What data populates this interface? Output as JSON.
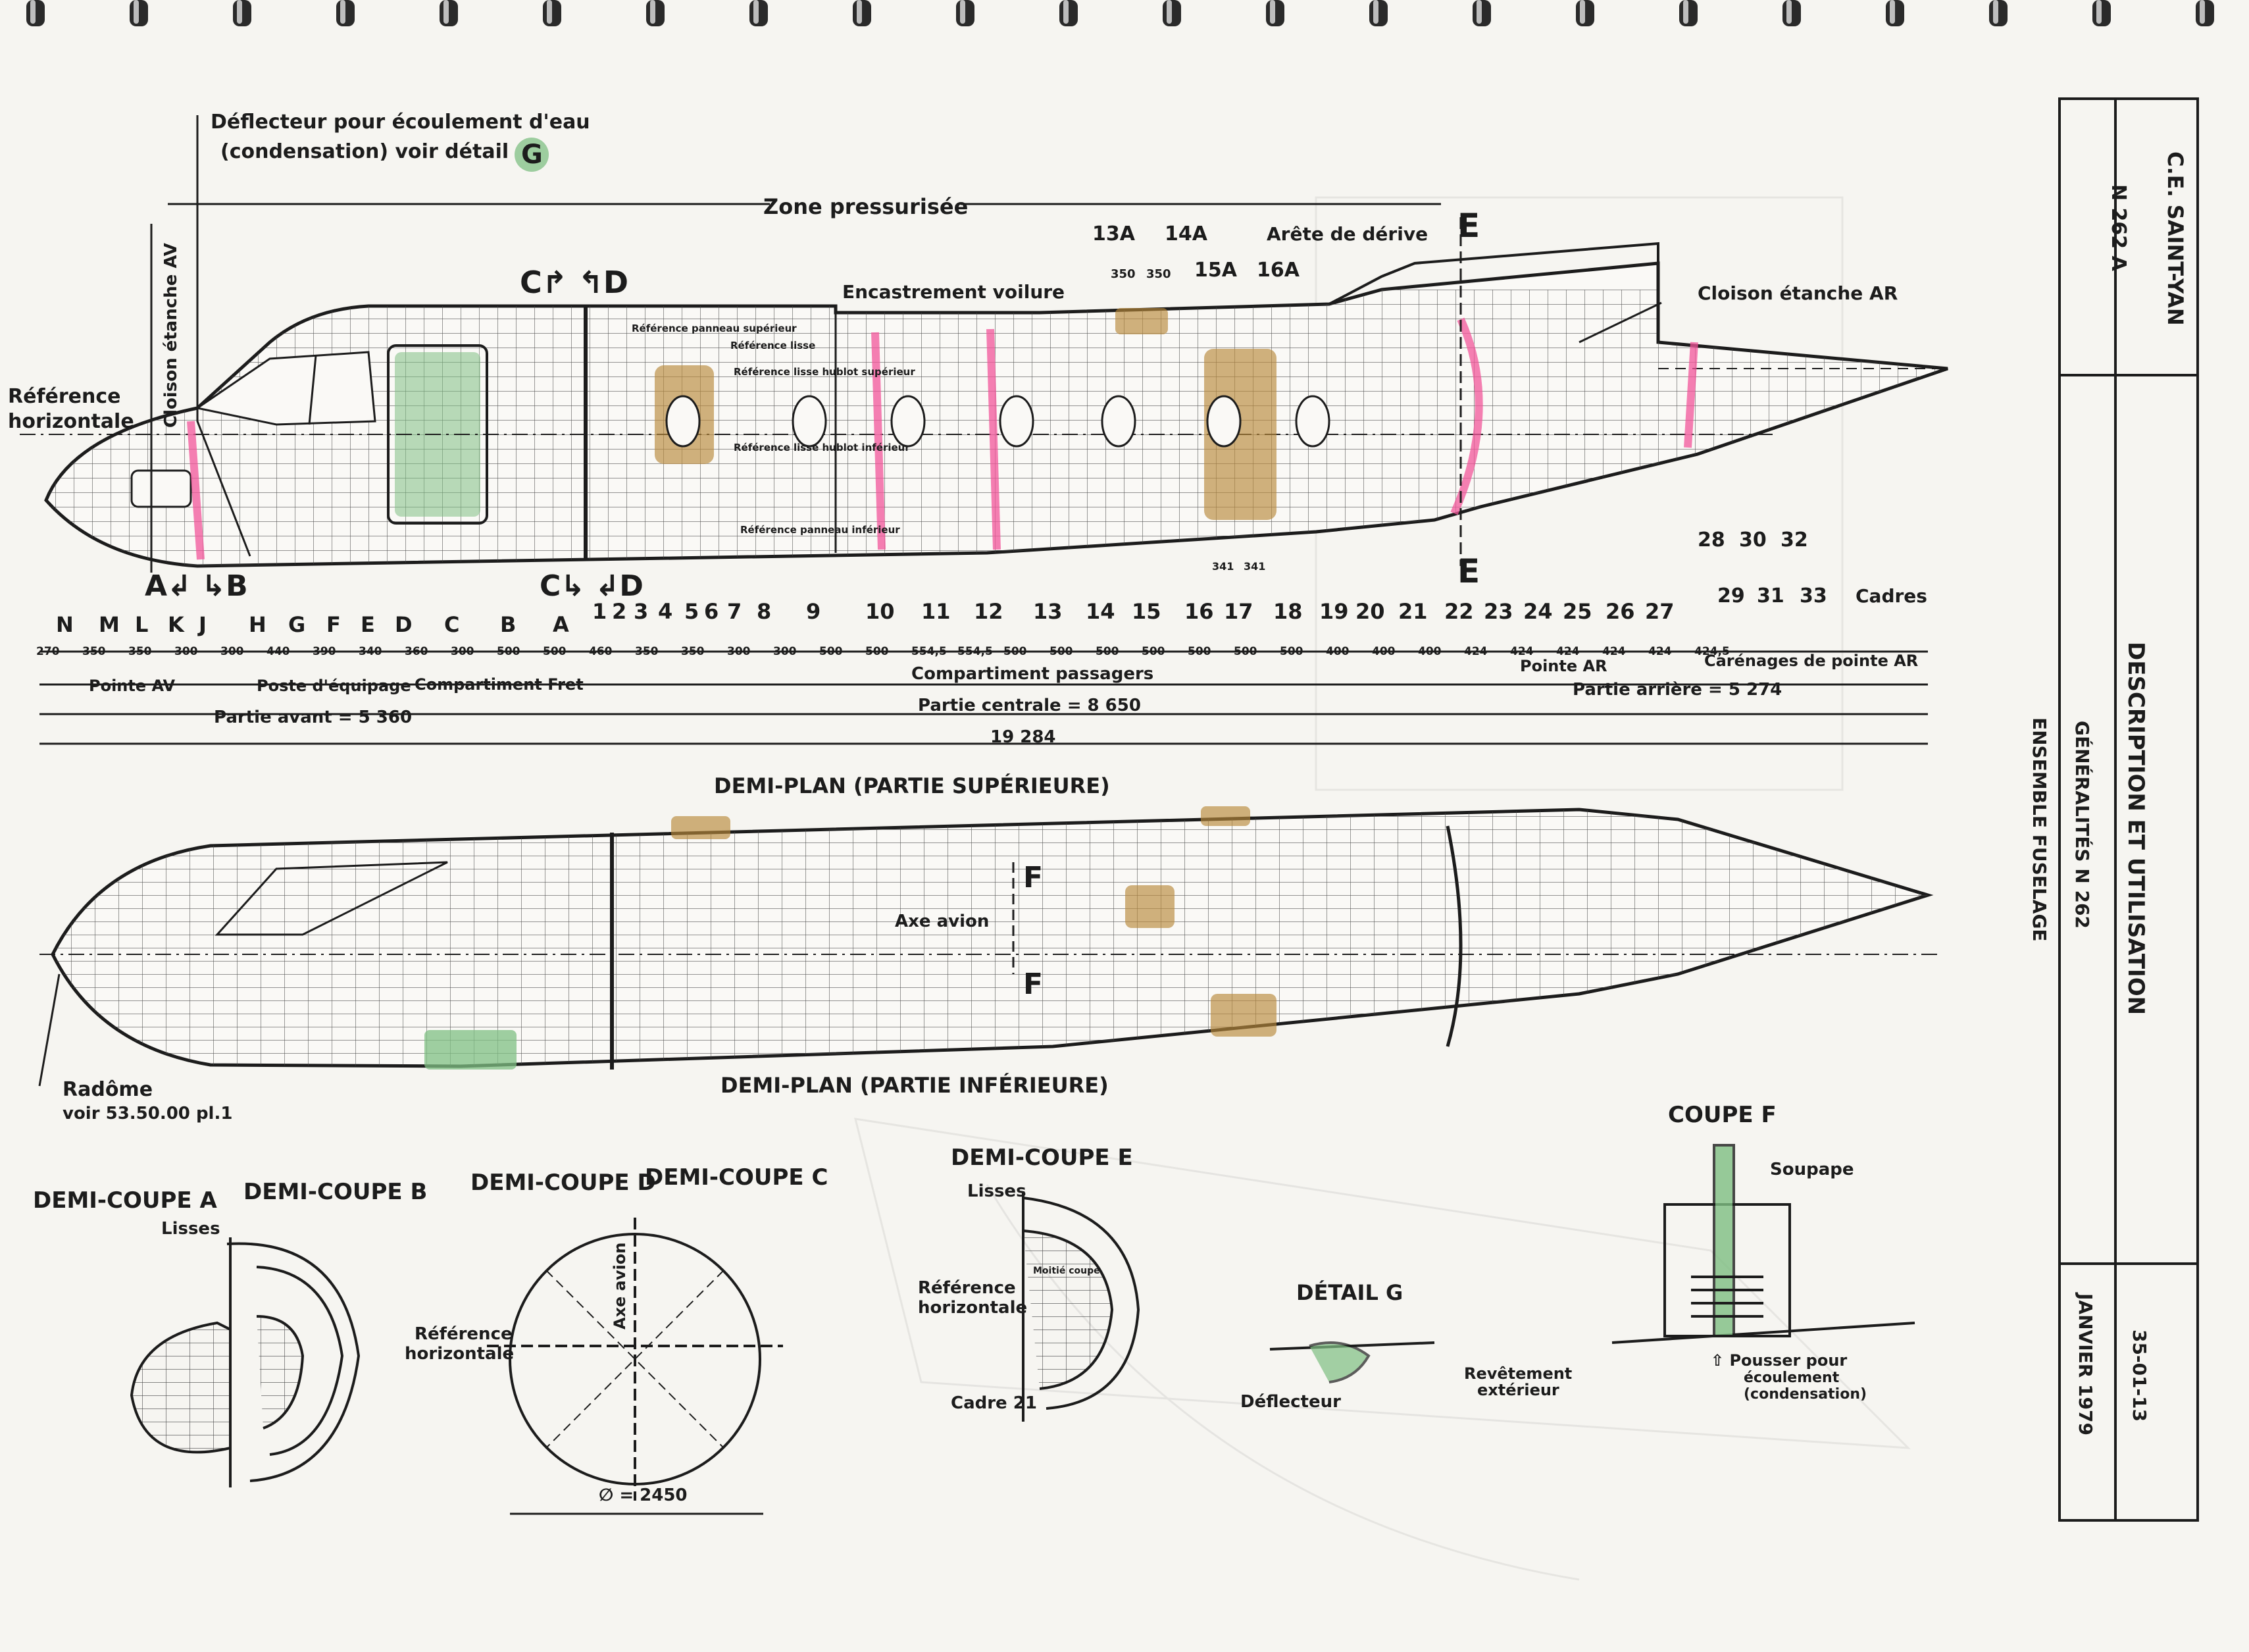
{
  "title_block": {
    "org": "C.E. SAINT-YAN",
    "model": "N 262 A",
    "section": "DESCRIPTION ET UTILISATION",
    "subsection": "GÉNÉRALITÉS N 262",
    "subject": "ENSEMBLE FUSELAGE",
    "page_ref": "35-01-13",
    "date": "JANVIER 1979"
  },
  "side_view": {
    "deflector_note_1": "Déflecteur pour écoulement d'eau",
    "deflector_note_2": "(condensation) voir détail",
    "deflector_ref": "G",
    "zone": "Zone pressurisée",
    "cloison_av": "Cloison étanche AV",
    "reference_horizontale_1": "Référence",
    "reference_horizontale_2": "horizontale",
    "encastrement": "Encastrement voilure",
    "arete": "Arête de dérive",
    "cloison_ar": "Cloison étanche AR",
    "section_cd": "C↱ ↰D",
    "section_e": "E",
    "section_ab": "A↲ ↳B",
    "section_cl_d": "C↳ ↲D",
    "ref_panneau_sup": "Référence panneau supérieur",
    "ref_lisse": "Référence lisse",
    "ref_lisse_hublot_sup": "Référence lisse hublot supérieur",
    "ref_lisse_hublot_inf": "Référence lisse hublot inférieur",
    "ref_panneau_inf": "Référence panneau inférieur",
    "frame_tops": [
      "13A",
      "14A",
      "15A",
      "16A"
    ],
    "frame_top_dims": [
      "350",
      "350"
    ],
    "frame_dims_mid": [
      "341",
      "341"
    ],
    "cadres": "Cadres",
    "rear_frames_top": [
      "28",
      "30",
      "32"
    ],
    "rear_frames_bot": [
      "29",
      "31",
      "33"
    ],
    "frame_letters": [
      "N",
      "M",
      "L",
      "K",
      "J",
      "H",
      "G",
      "F",
      "E",
      "D",
      "C",
      "B",
      "A"
    ],
    "frame_numbers": [
      "1",
      "2",
      "3",
      "4",
      "5",
      "6",
      "7",
      "8",
      "9",
      "10",
      "11",
      "12",
      "13",
      "14",
      "15",
      "16",
      "17",
      "18",
      "19",
      "20",
      "21",
      "22",
      "23",
      "24",
      "25",
      "26",
      "27"
    ],
    "spacing_front": [
      "270",
      "350",
      "350",
      "300",
      "300",
      "440",
      "390",
      "340",
      "360",
      "300",
      "500",
      "500",
      "460"
    ],
    "spacing_mid": [
      "350",
      "350",
      "300",
      "300",
      "500",
      "500",
      "554,5",
      "554,5",
      "500",
      "500",
      "500",
      "500",
      "500",
      "500",
      "500",
      "400",
      "400",
      "400"
    ],
    "spacing_rear": [
      "424",
      "424",
      "424",
      "424",
      "424",
      "424,5"
    ],
    "pointe_av": "Pointe AV",
    "poste_equipage": "Poste d'équipage",
    "compartiment_fret": "Compartiment Fret",
    "compartiment_passagers": "Compartiment passagers",
    "pointe_ar": "Pointe AR",
    "carenages": "Carénages de pointe AR",
    "partie_avant": "Partie avant = 5 360",
    "partie_centrale": "Partie centrale = 8 650",
    "partie_arriere": "Partie arrière = 5 274",
    "total_length": "19 284"
  },
  "plan_view": {
    "upper_title": "DEMI-PLAN (PARTIE SUPÉRIEURE)",
    "lower_title": "DEMI-PLAN (PARTIE INFÉRIEURE)",
    "axe_avion": "Axe avion",
    "section_f": "F",
    "radome_1": "Radôme",
    "radome_2": "voir 53.50.00 pl.1"
  },
  "sections": {
    "demi_coupe_a": "DEMI-COUPE A",
    "demi_coupe_b": "DEMI-COUPE B",
    "demi_coupe_d": "DEMI-COUPE D",
    "demi_coupe_c": "DEMI-COUPE C",
    "demi_coupe_e": "DEMI-COUPE E",
    "coupe_f": "COUPE F",
    "detail_g": "DÉTAIL G",
    "lisses": "Lisses",
    "reference_1": "Référence",
    "reference_2": "horizontale",
    "axe_avion": "Axe avion",
    "diametre": "∅ = 2450",
    "cadre_21": "Cadre 21",
    "moitie_coupe": "Moitié coupe",
    "soupape": "Soupape",
    "deflecteur": "Déflecteur",
    "revetement_1": "Revêtement",
    "revetement_2": "extérieur",
    "pousser_1": "⇧ Pousser pour",
    "pousser_2": "écoulement",
    "pousser_3": "(condensation)"
  },
  "colors": {
    "paper": "#f6f5f1",
    "ink": "#1c1c1c",
    "pink_marker": "#f2559a",
    "tan_marker": "#b8893a",
    "green_marker": "#7fbf83"
  }
}
